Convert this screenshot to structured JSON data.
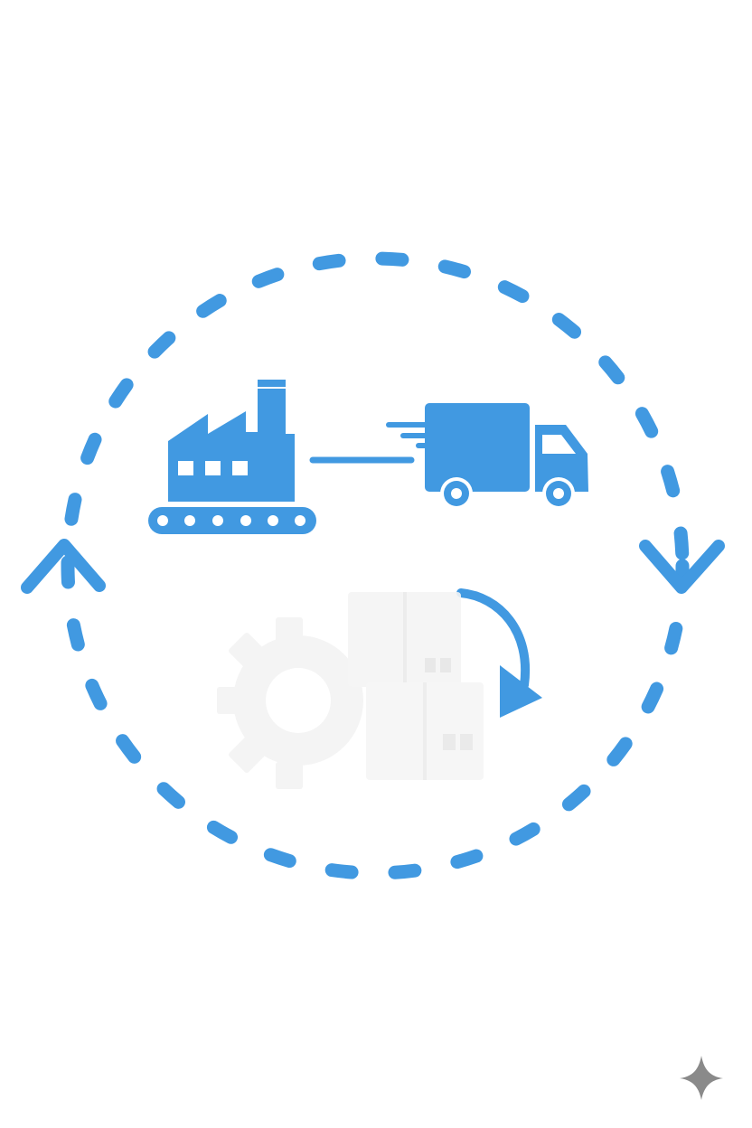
{
  "diagram": {
    "nodes": [
      {
        "id": "factory",
        "icon": "factory-conveyor-icon"
      },
      {
        "id": "truck",
        "icon": "delivery-truck-icon"
      },
      {
        "id": "warehouse",
        "icon": "gear-boxes-icon",
        "faded": true
      }
    ],
    "edges": [
      {
        "from": "factory",
        "to": "truck",
        "style": "solid-line"
      },
      {
        "from": "truck",
        "to": "warehouse",
        "style": "curved-arrow"
      }
    ],
    "cycle": {
      "style": "dashed-circle",
      "direction": "clockwise"
    }
  },
  "icons": {
    "corner_mark": "sparkle-icon"
  },
  "colors": {
    "accent": "#4199e1",
    "faded": "#f2f2f2",
    "corner_mark": "#8a8a8a",
    "background": "#ffffff"
  }
}
